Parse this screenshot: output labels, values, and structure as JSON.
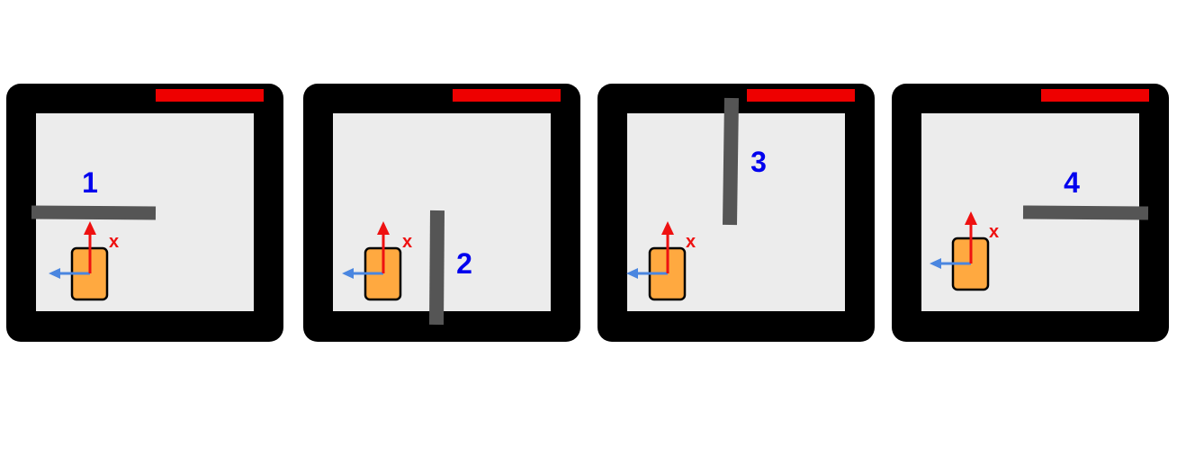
{
  "colors": {
    "frame": "#000000",
    "floor": "#ececec",
    "red_bar": "#ee0000",
    "wall": "#555555",
    "robot_fill": "#ffa940",
    "robot_stroke": "#000000",
    "x_arrow": "#ee1111",
    "y_arrow": "#4a86e0",
    "label": "#0000ee"
  },
  "icons": {
    "robot": "robot-icon",
    "x_axis": "arrow-up-icon",
    "y_axis": "arrow-left-icon"
  },
  "axis_label": "x",
  "panels": [
    {
      "label": "1",
      "wall": "horizontal"
    },
    {
      "label": "2",
      "wall": "vertical"
    },
    {
      "label": "3",
      "wall": "vertical"
    },
    {
      "label": "4",
      "wall": "horizontal"
    }
  ]
}
